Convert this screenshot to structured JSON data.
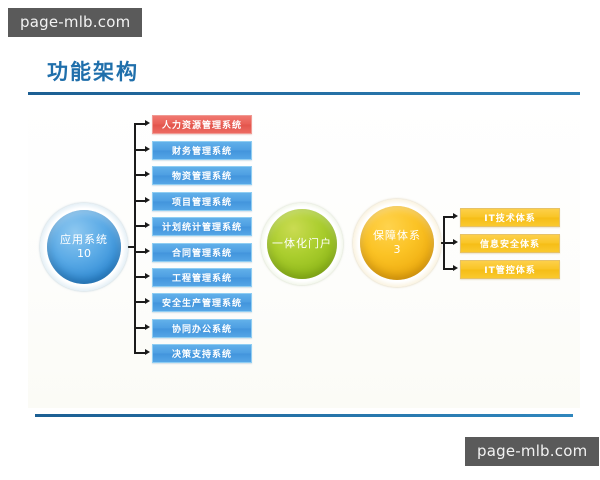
{
  "watermark": {
    "top_left": "page-mlb.com",
    "bottom_right": "page-mlb.com"
  },
  "slide": {
    "title": "功能架构"
  },
  "diagram": {
    "application_circle": {
      "label": "应用系统",
      "count": "10",
      "color": "#4d9ee2"
    },
    "portal_circle": {
      "label": "一体化门户",
      "color": "#a8cb2d"
    },
    "support_circle": {
      "label": "保障体系",
      "count": "3",
      "color": "#f9c325"
    },
    "application_systems": [
      {
        "label": "人力资源管理系统",
        "style": "red"
      },
      {
        "label": "财务管理系统",
        "style": "blue"
      },
      {
        "label": "物资管理系统",
        "style": "blue"
      },
      {
        "label": "项目管理系统",
        "style": "blue"
      },
      {
        "label": "计划统计管理系统",
        "style": "blue"
      },
      {
        "label": "合同管理系统",
        "style": "blue"
      },
      {
        "label": "工程管理系统",
        "style": "blue"
      },
      {
        "label": "安全生产管理系统",
        "style": "blue"
      },
      {
        "label": "协同办公系统",
        "style": "blue"
      },
      {
        "label": "决策支持系统",
        "style": "blue"
      }
    ],
    "support_systems": [
      {
        "label": "IT技术体系",
        "style": "orange"
      },
      {
        "label": "信息安全体系",
        "style": "orange"
      },
      {
        "label": "IT管控体系",
        "style": "orange"
      }
    ]
  }
}
